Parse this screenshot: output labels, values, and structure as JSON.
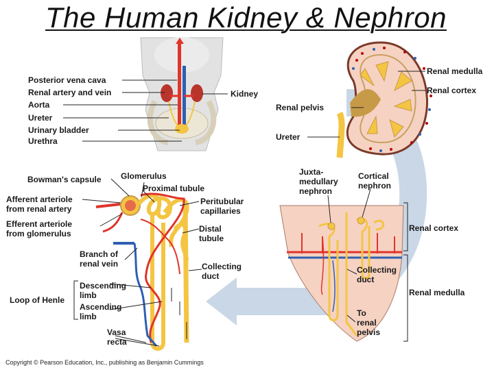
{
  "title": "The Human Kidney & Nephron",
  "body_labels": {
    "posterior_vena_cava": "Posterior vena cava",
    "renal_artery_vein": "Renal artery and vein",
    "aorta": "Aorta",
    "ureter": "Ureter",
    "urinary_bladder": "Urinary bladder",
    "urethra": "Urethra",
    "kidney": "Kidney"
  },
  "kidney_labels": {
    "renal_medulla": "Renal medulla",
    "renal_cortex": "Renal cortex",
    "renal_pelvis": "Renal pelvis",
    "ureter": "Ureter"
  },
  "nephron_labels": {
    "bowmans_capsule": "Bowman's capsule",
    "glomerulus": "Glomerulus",
    "proximal_tubule": "Proximal tubule",
    "afferent_arteriole": "Afferent arteriole\nfrom renal artery",
    "peritubular_capillaries": "Peritubular\ncapillaries",
    "efferent_arteriole": "Efferent arteriole\nfrom glomerulus",
    "distal_tubule": "Distal\ntubule",
    "branch_renal_vein": "Branch of\nrenal vein",
    "collecting_duct": "Collecting\nduct",
    "descending_limb": "Descending\nlimb",
    "loop_of_henle": "Loop of Henle",
    "ascending_limb": "Ascending\nlimb",
    "vasa_recta": "Vasa\nrecta"
  },
  "section_labels": {
    "juxtamedullary_nephron": "Juxta-\nmedullary\nnephron",
    "cortical_nephron": "Cortical\nnephron",
    "renal_cortex": "Renal cortex",
    "collecting_duct": "Collecting\nduct",
    "renal_medulla": "Renal medulla",
    "to_renal_pelvis": "To\nrenal\npelvis"
  },
  "copyright": "Copyright © Pearson Education, Inc., publishing as Benjamin Cummings",
  "colors": {
    "artery": "#e0342a",
    "vein": "#2d5fb3",
    "tubule": "#f4c542",
    "cortex_tissue": "#f6d2c2",
    "arrow": "#c9d7e6",
    "medulla": "#f0a070"
  }
}
